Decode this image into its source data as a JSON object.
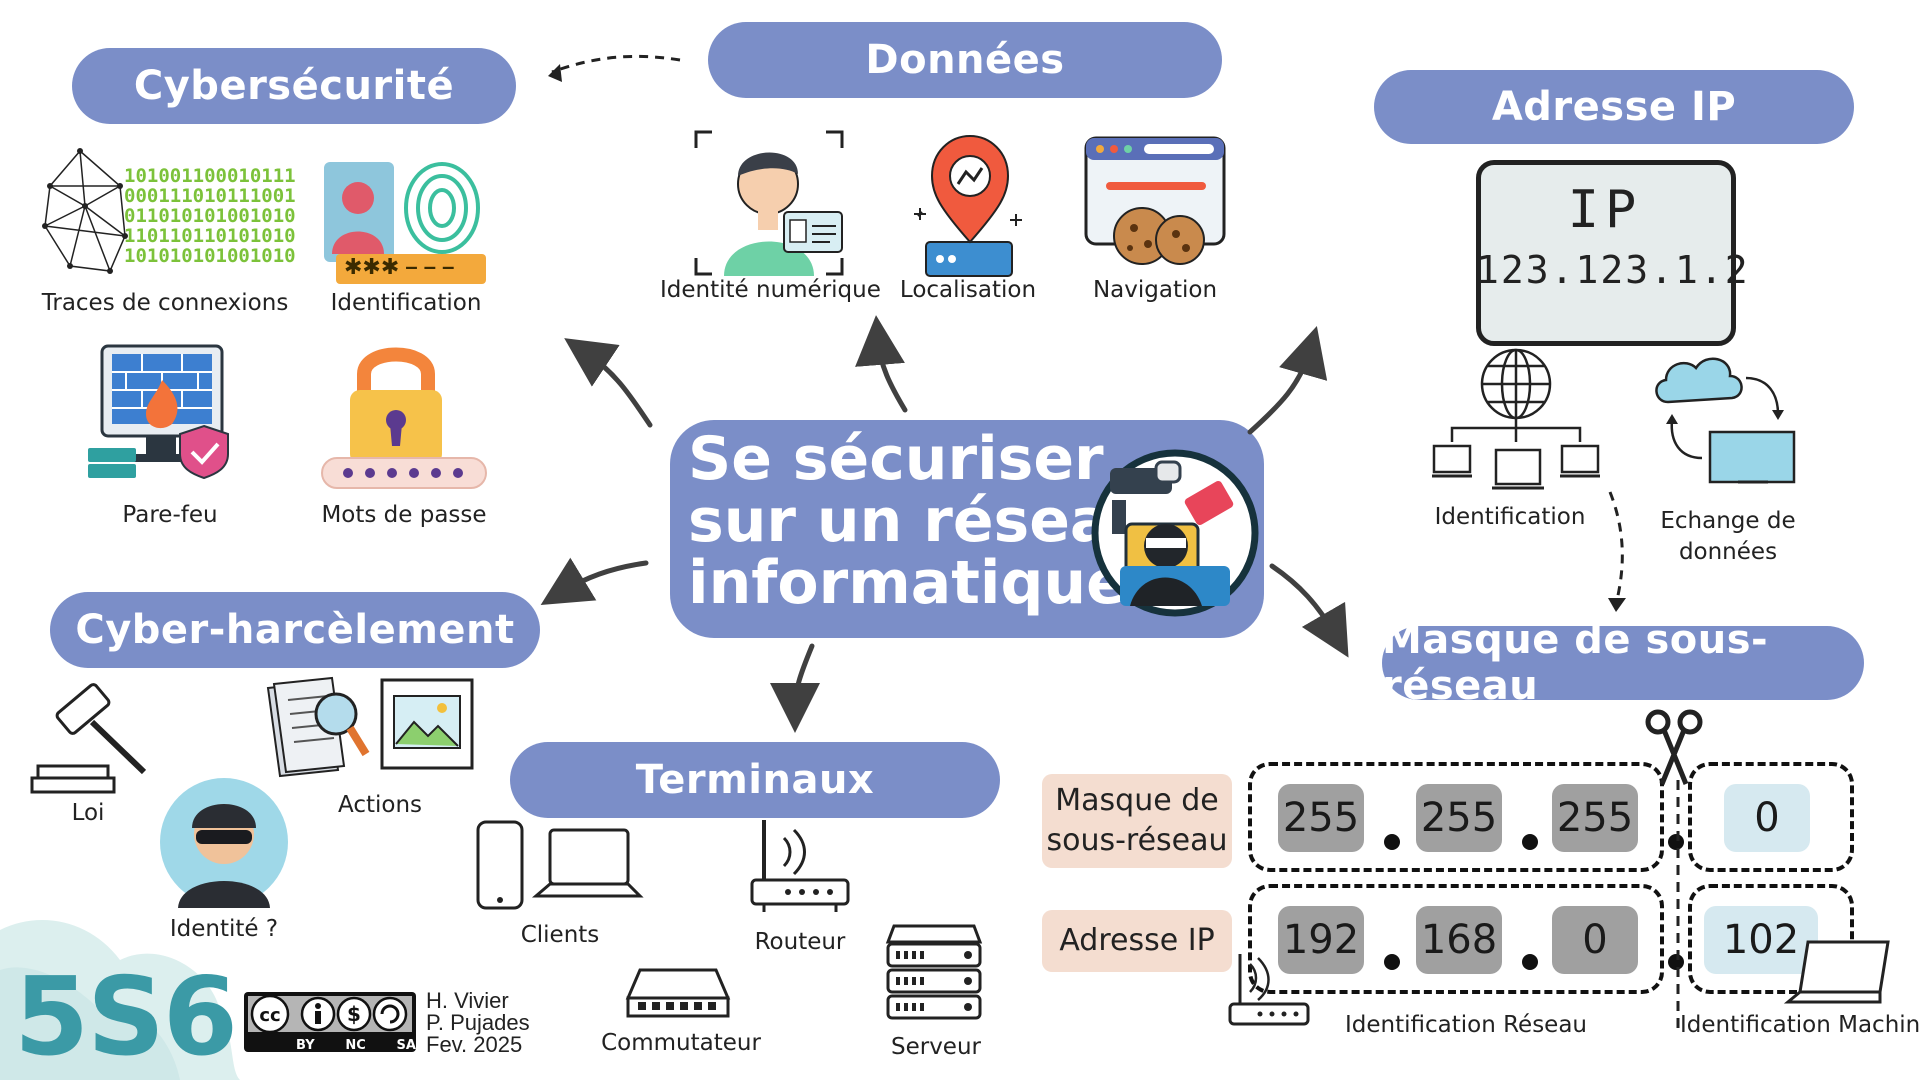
{
  "center": {
    "line1": "Se sécuriser",
    "line2": "sur un réseau",
    "line3": "informatique"
  },
  "cyber": {
    "title": "Cybersécurité",
    "binary": [
      "101001100010111",
      "000111010111001",
      "011010101001010",
      "110110110101010",
      "101010101001010"
    ],
    "items": [
      "Traces de connexions",
      "Identification",
      "Pare-feu",
      "Mots de passe"
    ],
    "pwd_stars": "✱✱✱ – – –"
  },
  "donnees": {
    "title": "Données",
    "items": [
      "Identité numérique",
      "Localisation",
      "Navigation"
    ]
  },
  "ip": {
    "title": "Adresse IP",
    "screen_label": "IP",
    "screen_value": "123.123.1.2",
    "items": [
      "Identification"
    ],
    "exchange_l1": "Echange de",
    "exchange_l2": "données"
  },
  "harcelement": {
    "title": "Cyber-harcèlement",
    "items": [
      "Loi",
      "Actions",
      "Identité ?"
    ]
  },
  "terminaux": {
    "title": "Terminaux",
    "items": [
      "Clients",
      "Routeur",
      "Commutateur",
      "Serveur"
    ]
  },
  "masque": {
    "title": "Masque de sous-réseau",
    "row1_l1": "Masque de",
    "row1_l2": "sous-réseau",
    "row1": [
      "255",
      "255",
      "255",
      "0"
    ],
    "row2_label": "Adresse IP",
    "row2": [
      "192",
      "168",
      "0",
      "102"
    ],
    "net_label": "Identification Réseau",
    "host_label": "Identification Machine"
  },
  "footer": {
    "logo": "5S6",
    "license": [
      "BY",
      "NC",
      "SA"
    ],
    "credits": [
      "H. Vivier",
      "P. Pujades",
      "Fev. 2025"
    ]
  },
  "colors": {
    "pill": "#7b8ec8",
    "octet": "#a0a0a0",
    "octet_host": "#d6e9f0",
    "tag": "#f4ddd0",
    "logo": "#3b9aa6"
  }
}
